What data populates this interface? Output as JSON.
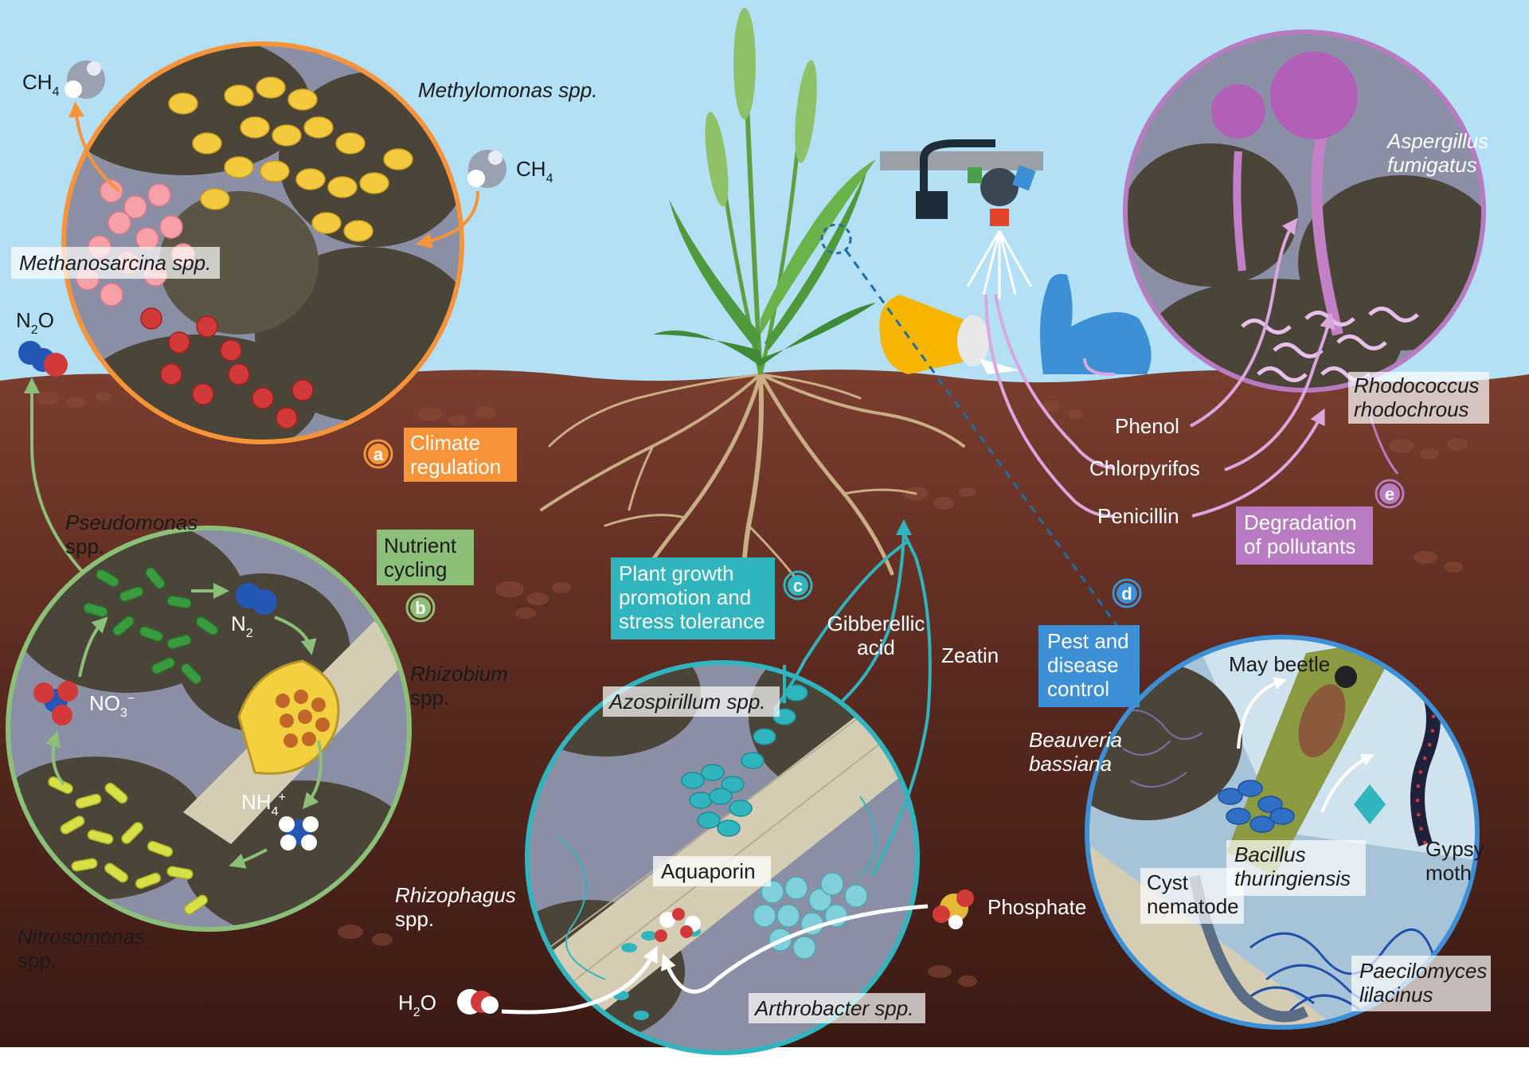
{
  "colors": {
    "sky": "#b3e0f5",
    "soil_top": "#7a3e2e",
    "soil_bottom": "#3b1a14",
    "climate": "#f7943a",
    "nutrient": "#8cc078",
    "growth": "#30b4bd",
    "pest": "#3d8fd6",
    "pollutant": "#b87bc2"
  },
  "panels": {
    "a": {
      "letter": "a",
      "title_lines": [
        "Climate",
        "regulation"
      ],
      "organisms": [
        "Methylomonas spp.",
        "Methanosarcina spp."
      ],
      "molecules": {
        "ch4_left": "CH",
        "ch4_left_sub": "4",
        "ch4_right": "CH",
        "ch4_right_sub": "4",
        "n2o": "N",
        "n2o_sub": "2",
        "n2o_end": "O"
      }
    },
    "b": {
      "letter": "b",
      "title_lines": [
        "Nutrient",
        "cycling"
      ],
      "organisms": {
        "pseudomonas": [
          "Pseudomonas",
          "spp."
        ],
        "rhizobium": [
          "Rhizobium",
          "spp."
        ],
        "nitrosomonas": [
          "Nitrosomonas",
          "spp."
        ]
      },
      "molecules": {
        "n2": "N",
        "n2_sub": "2",
        "no3": "NO",
        "no3_sub": "3",
        "no3_sup": "−",
        "nh4": "NH",
        "nh4_sub": "4",
        "nh4_sup": "+"
      }
    },
    "c": {
      "letter": "c",
      "title_lines": [
        "Plant growth",
        "promotion and",
        "stress tolerance"
      ],
      "organisms": {
        "azospirillum": "Azospirillum spp.",
        "rhizophagus": [
          "Rhizophagus",
          "spp."
        ],
        "arthrobacter": "Arthrobacter spp."
      },
      "molecules": {
        "gibberellic": [
          "Gibberellic",
          "acid"
        ],
        "zeatin": "Zeatin",
        "aquaporin": "Aquaporin",
        "phosphate": "Phosphate",
        "h2o": "H",
        "h2o_sub": "2",
        "h2o_end": "O"
      }
    },
    "d": {
      "letter": "d",
      "title_lines": [
        "Pest and",
        "disease",
        "control"
      ],
      "organisms": {
        "beauveria": [
          "Beauveria",
          "bassiana"
        ],
        "bacillus": [
          "Bacillus",
          "thuringiensis"
        ],
        "paecilomyces": [
          "Paecilomyces",
          "lilacinus"
        ]
      },
      "pests": {
        "may_beetle": "May beetle",
        "gypsy_moth": [
          "Gypsy",
          "moth"
        ],
        "cyst_nematode": [
          "Cyst",
          "nematode"
        ]
      }
    },
    "e": {
      "letter": "e",
      "title_lines": [
        "Degradation",
        "of pollutants"
      ],
      "organisms": {
        "aspergillus": [
          "Aspergillus",
          "fumigatus"
        ],
        "rhodococcus": [
          "Rhodococcus",
          "rhodochrous"
        ]
      },
      "pollutants": [
        "Phenol",
        "Chlorpyrifos",
        "Penicillin"
      ]
    }
  }
}
